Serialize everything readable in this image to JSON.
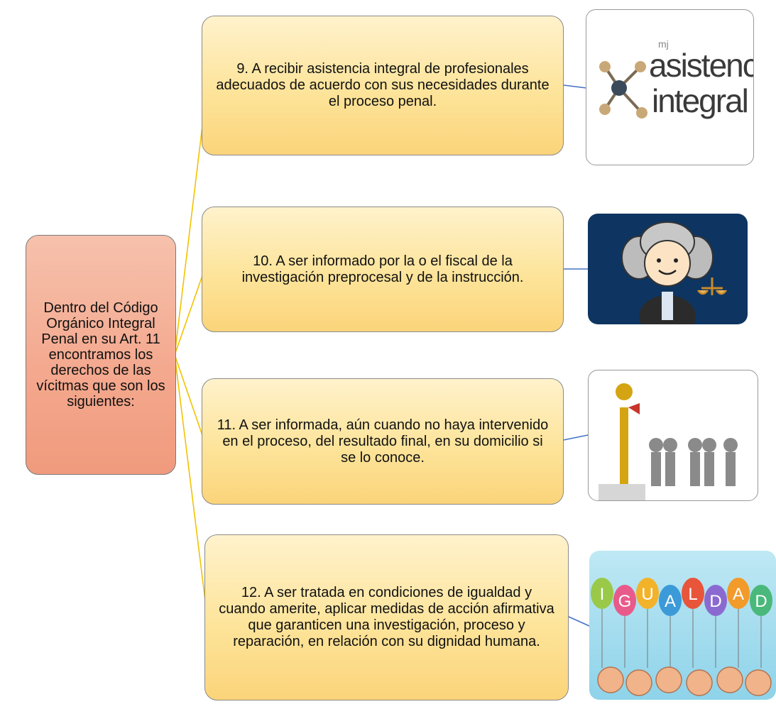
{
  "root": {
    "text": "Dentro del Código Orgánico Integral Penal en su Art. 11 encontramos los  derechos de las vícitmas que son los siguientes:"
  },
  "items": [
    {
      "text": "9. A recibir asistencia integral de profesionales adecuados de acuerdo con sus necesidades durante el proceso penal."
    },
    {
      "text": "10. A ser informado por la o el fiscal de la investigación preprocesal y  de la instrucción."
    },
    {
      "text": "11. A ser informada, aún cuando no haya intervenido en el proceso, del resultado final, en su domicilio si se lo conoce."
    },
    {
      "text": "12. A ser tratada en condiciones de igualdad y cuando amerite, aplicar medidas de acción afirmativa que garanticen una investigación, proceso y reparación, en relación con su dignidad humana."
    }
  ],
  "images": {
    "logo": {
      "small": "mj",
      "line1": "asistencia",
      "line2": "integral"
    },
    "igualdad_letters": [
      "I",
      "G",
      "U",
      "A",
      "L",
      "D",
      "A",
      "D"
    ]
  },
  "colors": {
    "root_fill": "#f4a98f",
    "item_fill": "#fde49a",
    "connector_root": "#f2c200",
    "connector_image": "#4472c4"
  }
}
